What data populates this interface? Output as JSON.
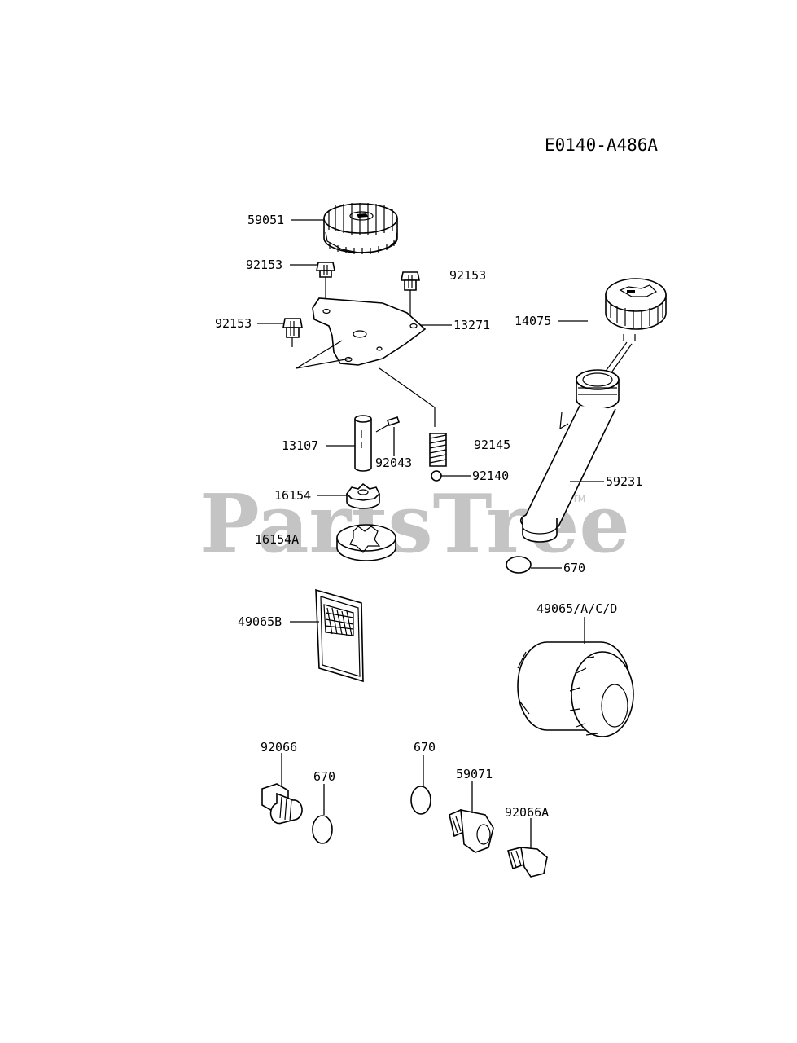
{
  "diagram_code": "E0140-A486A",
  "watermark": "PartsTree",
  "trademark": "TM",
  "callouts": {
    "gear_59051": "59051",
    "bolt_92153_a": "92153",
    "bolt_92153_b": "92153",
    "bolt_92153_c": "92153",
    "cover_13271": "13271",
    "cap_14075": "14075",
    "shaft_13107": "13107",
    "pin_92043": "92043",
    "spring_92145": "92145",
    "ball_92140": "92140",
    "tube_59231": "59231",
    "rotor_16154": "16154",
    "rotor_16154a": "16154A",
    "oring_670_a": "670",
    "filter_49065": "49065/A/C/D",
    "screen_49065b": "49065B",
    "plug_92066": "92066",
    "oring_670_b": "670",
    "oring_670_c": "670",
    "fitting_59071": "59071",
    "plug_92066a": "92066A"
  }
}
